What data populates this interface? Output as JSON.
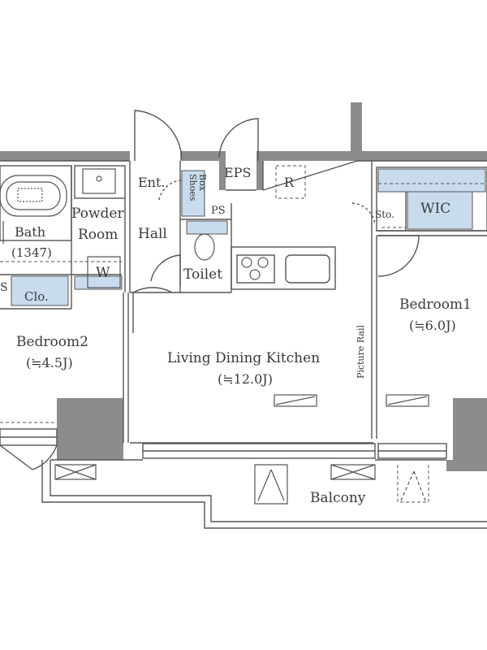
{
  "rooms": {
    "bath": "Bath",
    "bath_size": "(1347)",
    "powder_room_line1": "Powder",
    "powder_room_line2": "Room",
    "washer": "W",
    "closet": "Clo.",
    "storage_small": "S",
    "entrance": "Ent.",
    "shoes_box_line1": "Shoes",
    "shoes_box_line2": "Box",
    "eps": "EPS",
    "ps": "PS",
    "refrigerator": "R",
    "hall": "Hall",
    "toilet": "Toilet",
    "storage": "Sto.",
    "wic": "WIC",
    "bedroom1": "Bedroom1",
    "bedroom1_size": "(≒6.0J)",
    "bedroom2": "Bedroom2",
    "bedroom2_size": "(≒4.5J)",
    "ldk": "Living Dining Kitchen",
    "ldk_size": "(≒12.0J)",
    "picture_rail": "Picture Rail",
    "balcony": "Balcony"
  },
  "colors": {
    "wall": "#8c8c8c",
    "line": "#555555",
    "storage_fill": "#c9dced",
    "dashed": "#6b9bc3"
  }
}
